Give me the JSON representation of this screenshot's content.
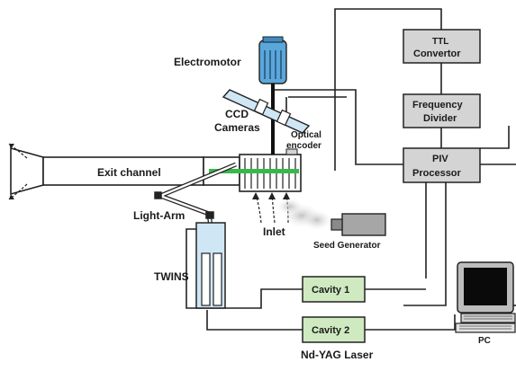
{
  "labels": {
    "electromotor": "Electromotor",
    "ccd_cameras_line1": "CCD",
    "ccd_cameras_line2": "Cameras",
    "optical_encoder_line1": "Optical",
    "optical_encoder_line2": "encoder",
    "exit_channel": "Exit channel",
    "light_arm": "Light-Arm",
    "inlet": "Inlet",
    "seed_generator": "Seed Generator",
    "twins": "TWINS",
    "nd_yag_laser": "Nd-YAG Laser",
    "pc": "PC"
  },
  "boxes": {
    "ttl_convertor_line1": "TTL",
    "ttl_convertor_line2": "Convertor",
    "frequency_divider_line1": "Frequency",
    "frequency_divider_line2": "Divider",
    "piv_processor_line1": "PIV",
    "piv_processor_line2": "Processor",
    "cavity_1": "Cavity 1",
    "cavity_2": "Cavity 2"
  },
  "colors": {
    "box_gray": "#d4d4d4",
    "cavity_green": "#cfeac0",
    "twins_blue": "#cfe6f5",
    "electromotor_blue": "#5aa7dc",
    "laser_sheet": "#38b84a",
    "line": "#222222"
  }
}
